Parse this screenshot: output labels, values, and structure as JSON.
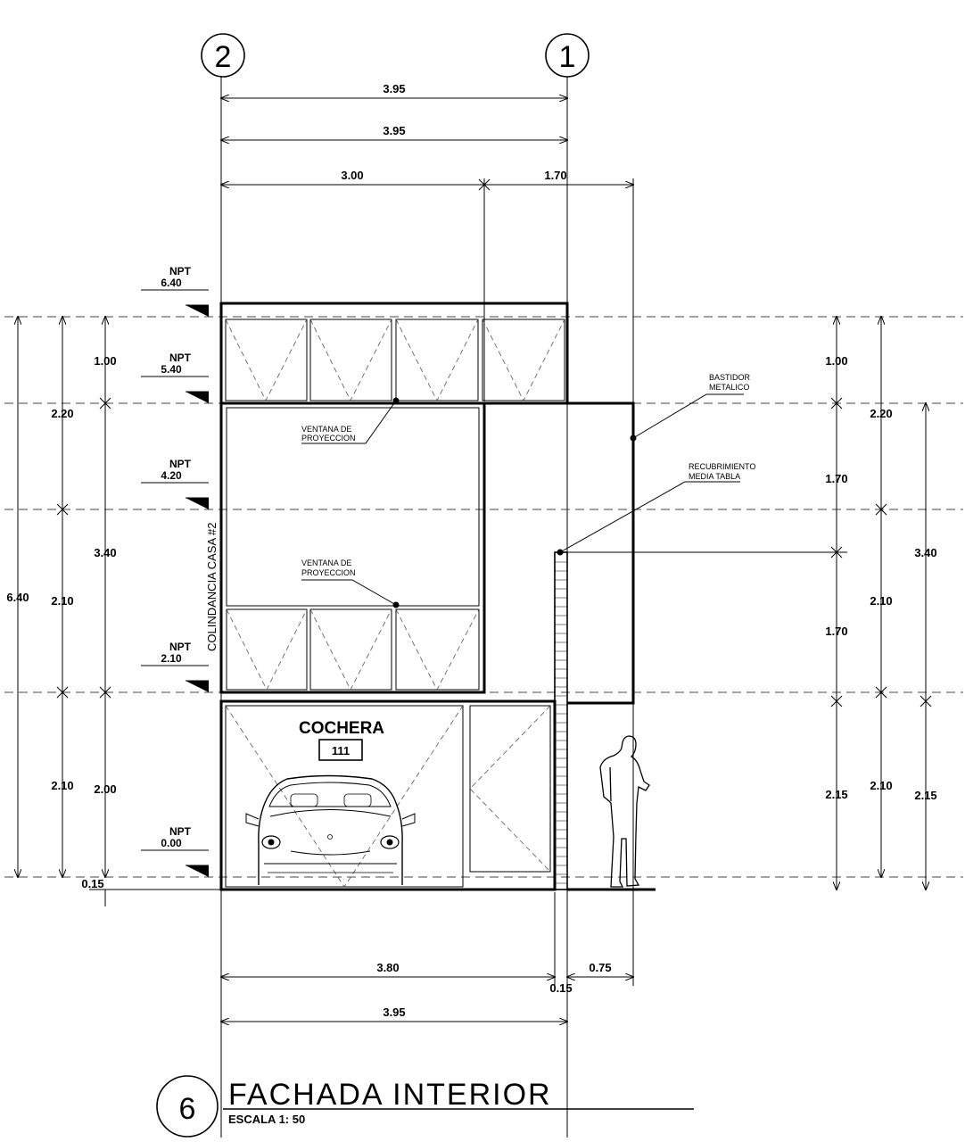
{
  "grid_axes": {
    "left": "2",
    "right": "1"
  },
  "dims_top": {
    "d1": "3.95",
    "d2": "3.95",
    "d3a": "3.00",
    "d3b": "1.70"
  },
  "dims_bottom": {
    "d1": "3.80",
    "d2": "0.15",
    "d3": "0.75",
    "d4": "3.95"
  },
  "dims_left": {
    "outer": "6.40",
    "c2": [
      "2.20",
      "2.10",
      "2.10"
    ],
    "c3": [
      "1.00",
      "3.40",
      "2.00"
    ],
    "base": "0.15"
  },
  "dims_right": {
    "c1": [
      "1.00",
      "1.70",
      "1.70",
      "2.15"
    ],
    "c2": [
      "2.20",
      "2.10",
      "2.10"
    ],
    "c3": [
      "3.40",
      "2.15"
    ]
  },
  "levels": [
    {
      "label": "NPT",
      "value": "6.40"
    },
    {
      "label": "NPT",
      "value": "5.40"
    },
    {
      "label": "NPT",
      "value": "4.20"
    },
    {
      "label": "NPT",
      "value": "2.10"
    },
    {
      "label": "NPT",
      "value": "0.00"
    }
  ],
  "notes": {
    "window_upper": [
      "VENTANA DE",
      "PROYECCION"
    ],
    "window_lower": [
      "VENTANA DE",
      "PROYECCION"
    ],
    "frame": [
      "BASTIDOR",
      "METALICO"
    ],
    "cladding": [
      "RECUBRIMIENTO",
      "MEDIA TABLA"
    ],
    "boundary": "COLINDANCIA CASA #2"
  },
  "garage": {
    "label": "COCHERA",
    "number": "111"
  },
  "title_block": {
    "number": "6",
    "title": "FACHADA INTERIOR",
    "scale": "ESCALA 1:  50"
  }
}
